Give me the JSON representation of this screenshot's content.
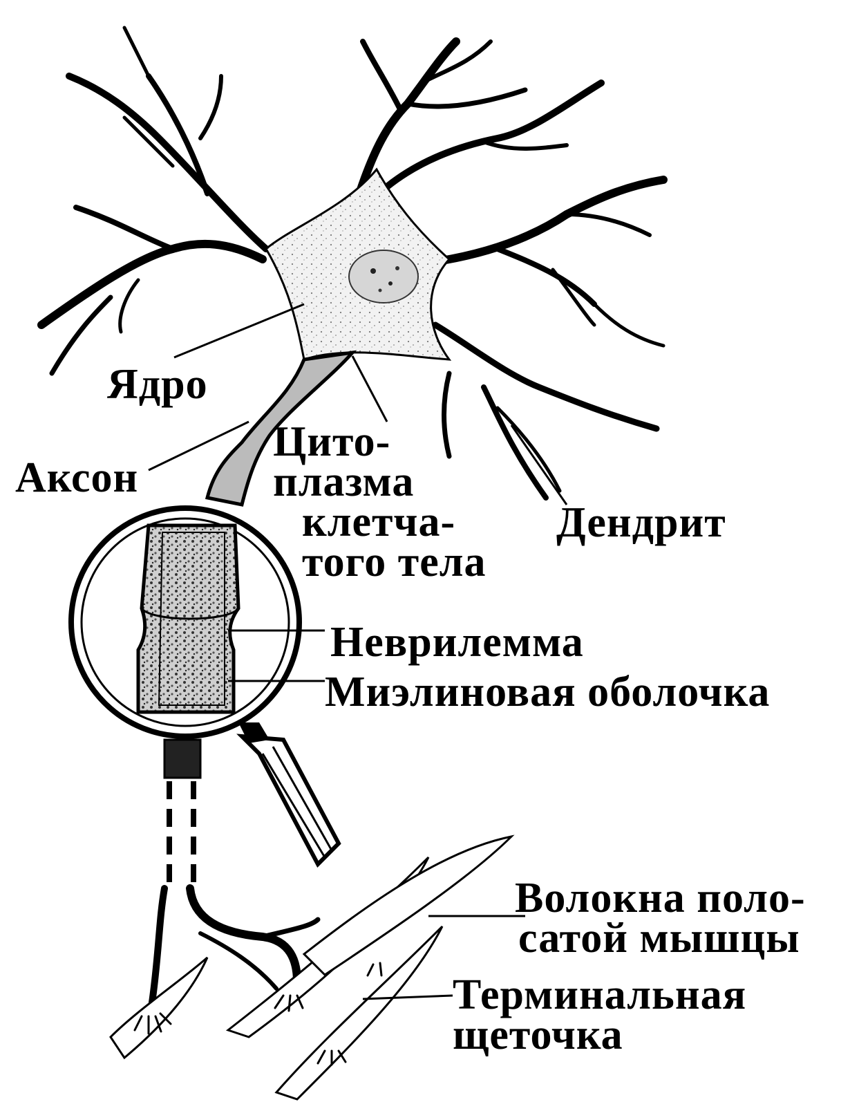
{
  "labels": {
    "nucleus": "Ядро",
    "axon": "Аксон",
    "cytoplasm": [
      "Цито-",
      "плазма",
      "клетча-",
      "того тела"
    ],
    "dendrite": "Дендрит",
    "neurilemma": "Неврилемма",
    "myelin": "Миэлиновая оболочка",
    "muscle_fibers": [
      "Волокна поло-",
      "сатой мышцы"
    ],
    "terminal_brush": [
      "Терминальная",
      "щеточка"
    ]
  },
  "colors": {
    "ink": "#000000",
    "paper": "#ffffff",
    "soma_fill": "#ececec"
  }
}
